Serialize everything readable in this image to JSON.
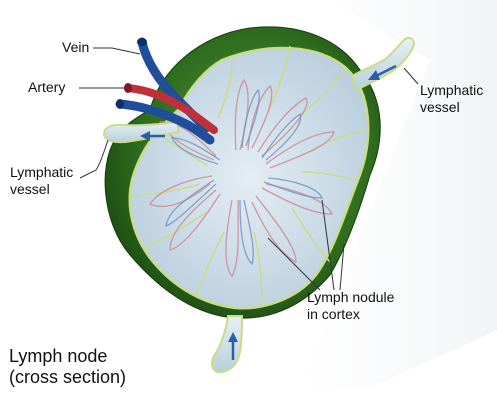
{
  "labels": {
    "vein": "Vein",
    "artery": "Artery",
    "lymphatic_vessel_left": "Lymphatic\nvessel",
    "lymphatic_vessel_right": "Lymphatic\nvessel",
    "lymph_nodule": "Lymph nodule\nin cortex"
  },
  "caption": "Lymph node\n(cross section)",
  "colors": {
    "capsule_green": "#2f6d1f",
    "capsule_highlight": "#7fb24a",
    "interior": "#cfdde8",
    "rim": "#c9dc8a",
    "vein_blue": "#1f4f9a",
    "artery_red": "#c0303a",
    "flow_arrow": "#2a5fa8"
  }
}
